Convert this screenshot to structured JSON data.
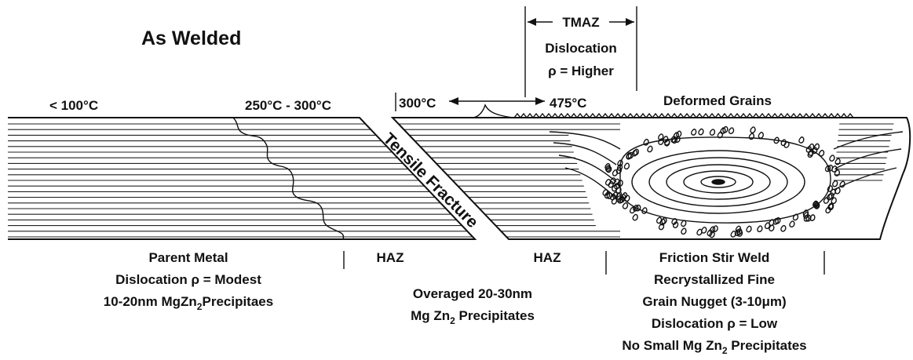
{
  "title": "As Welded",
  "top_labels": {
    "left_temp": "< 100°C",
    "mid_temp": "250°C - 300°C",
    "haz_start_temp": "300°C",
    "tmaz_temp": "475°C",
    "deformed_grains": "Deformed Grains"
  },
  "tmaz": {
    "label": "TMAZ",
    "line1": "Dislocation",
    "line2": "ρ = Higher"
  },
  "fracture_label": "Tensile Fracture",
  "zones": {
    "parent": {
      "title": "Parent Metal",
      "line1": "Dislocation ρ = Modest",
      "line2_a": "10-20nm MgZn",
      "line2_sub": "2",
      "line2_b": "Precipitaes"
    },
    "haz_left": "HAZ",
    "haz_right": "HAZ",
    "haz_note": {
      "line1": "Overaged 20-30nm",
      "line2_a": "Mg Zn",
      "line2_sub": "2",
      "line2_b": " Precipitates"
    },
    "fsw": {
      "title": "Friction Stir Weld",
      "line1": "Recrystallized Fine",
      "line2": "Grain Nugget (3-10μm)",
      "line3": "Dislocation ρ = Low",
      "line4_a": "No Small Mg Zn",
      "line4_sub": "2",
      "line4_b": " Precipitates"
    }
  }
}
